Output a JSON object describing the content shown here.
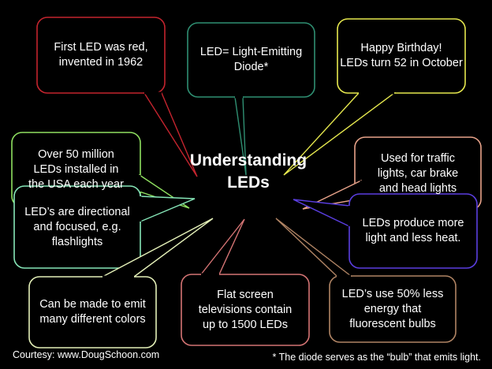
{
  "title": "Understanding\nLEDs",
  "callouts": [
    {
      "text": "First LED was red,\ninvented in 1962",
      "color": "#c4242e"
    },
    {
      "text": "LED= Light-Emitting\nDiode*",
      "color": "#2f8f72"
    },
    {
      "text": "Happy Birthday!\nLEDs turn 52 in October",
      "color": "#e6e84e"
    },
    {
      "text": "Over 50 million\nLEDs installed in\nthe USA each year",
      "color": "#8fe060"
    },
    {
      "text": "Used for traffic\nlights, car brake\nand head lights",
      "color": "#e8a38a"
    },
    {
      "text": "LED’s are directional\nand focused, e.g.\nflashlights",
      "color": "#86e6b8"
    },
    {
      "text": "LEDs produce more\nlight and less heat.",
      "color": "#5a3ee0"
    },
    {
      "text": "Can be made to emit\nmany different colors",
      "color": "#e4f0b8"
    },
    {
      "text": "Flat screen\ntelevisions contain\nup to 1500 LEDs",
      "color": "#d47474"
    },
    {
      "text": "LED’s use 50% less\nenergy that\nfluorescent bulbs",
      "color": "#b08464"
    }
  ],
  "courtesy": "Courtesy: www.DougSchoon.com",
  "footnote": "* The diode serves as the “bulb” that emits light."
}
